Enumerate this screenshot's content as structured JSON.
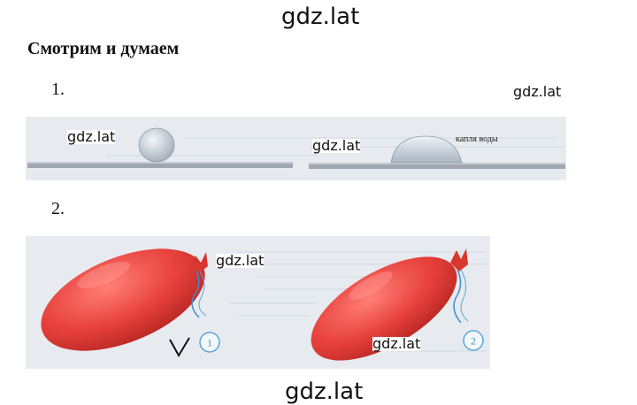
{
  "watermarks": {
    "top": "gdz.lat",
    "bottom": "gdz.lat",
    "right": "gdz.lat",
    "drop1": "gdz.lat",
    "drop2": "gdz.lat",
    "balloon1": "gdz.lat",
    "balloon2": "gdz.lat"
  },
  "heading": "Смотрим и думаем",
  "items": {
    "first": "1.",
    "second": "2."
  },
  "drops_figure": {
    "label": "капля воды"
  },
  "balloons_figure": {
    "badge_1": "1",
    "badge_2": "2",
    "marked_answer": "1"
  },
  "colors": {
    "balloon": "#e8413d",
    "balloon_highlight": "#ff8a82",
    "string": "#3a8fd0",
    "badge": "#5aa6d8",
    "surface": "#9aa0a8",
    "panel_bg": "#e7ebf0",
    "drop": "#b9c3cf"
  }
}
